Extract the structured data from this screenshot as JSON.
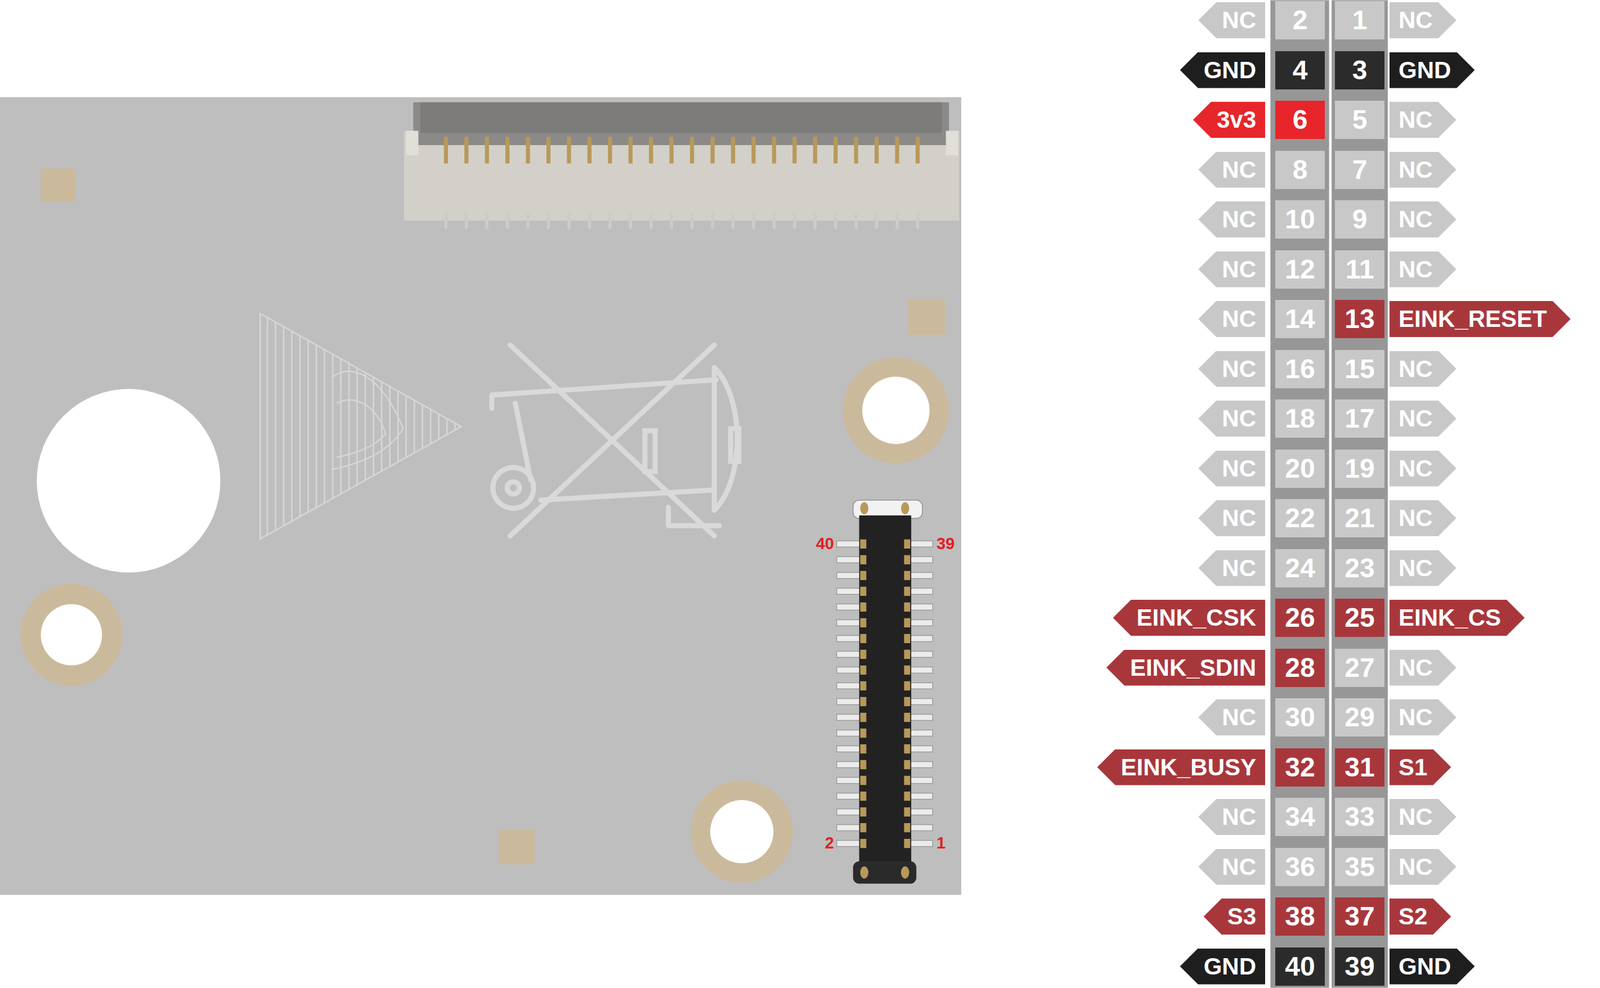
{
  "diagram": {
    "nodes": [
      {
        "text": [
          "NC"
        ]
      },
      {
        "text": [
          "2"
        ]
      },
      {
        "text": [
          "1"
        ]
      },
      {
        "text": [
          "NC"
        ]
      },
      {
        "text": [
          "GND"
        ]
      },
      {
        "text": [
          "4"
        ]
      },
      {
        "text": [
          "3"
        ]
      },
      {
        "text": [
          "GND"
        ]
      },
      {
        "text": [
          "3v3"
        ]
      },
      {
        "text": [
          "6"
        ]
      },
      {
        "text": [
          "5"
        ]
      },
      {
        "text": [
          "NC"
        ]
      },
      {
        "text": [
          "NC"
        ]
      },
      {
        "text": [
          "8"
        ]
      },
      {
        "text": [
          "7"
        ]
      },
      {
        "text": [
          "NC"
        ]
      },
      {
        "text": [
          "NC"
        ]
      },
      {
        "text": [
          "10"
        ]
      },
      {
        "text": [
          "9"
        ]
      },
      {
        "text": [
          "NC"
        ]
      },
      {
        "text": [
          "NC"
        ]
      },
      {
        "text": [
          "12"
        ]
      },
      {
        "text": [
          "11"
        ]
      },
      {
        "text": [
          "NC"
        ]
      },
      {
        "text": [
          "NC"
        ]
      },
      {
        "text": [
          "14"
        ]
      },
      {
        "text": [
          "13"
        ]
      },
      {
        "text": [
          "EINK_RESET"
        ]
      },
      {
        "text": [
          "NC"
        ]
      },
      {
        "text": [
          "16"
        ]
      },
      {
        "text": [
          "15"
        ]
      },
      {
        "text": [
          "NC"
        ]
      },
      {
        "text": [
          "NC"
        ]
      },
      {
        "text": [
          "18"
        ]
      },
      {
        "text": [
          "17"
        ]
      },
      {
        "text": [
          "NC"
        ]
      },
      {
        "text": [
          "NC"
        ]
      },
      {
        "text": [
          "20"
        ]
      },
      {
        "text": [
          "19"
        ]
      },
      {
        "text": [
          "NC"
        ]
      },
      {
        "text": [
          "NC"
        ]
      },
      {
        "text": [
          "22"
        ]
      },
      {
        "text": [
          "21"
        ]
      },
      {
        "text": [
          "NC"
        ]
      },
      {
        "text": [
          "NC"
        ]
      },
      {
        "text": [
          "24"
        ]
      },
      {
        "text": [
          "23"
        ]
      },
      {
        "text": [
          "NC"
        ]
      },
      {
        "text": [
          "EINK_CSK"
        ]
      },
      {
        "text": [
          "26"
        ]
      },
      {
        "text": [
          "25"
        ]
      },
      {
        "text": [
          "EINK_CS"
        ]
      },
      {
        "text": [
          "EINK_SDIN"
        ]
      },
      {
        "text": [
          "28"
        ]
      },
      {
        "text": [
          "27"
        ]
      },
      {
        "text": [
          "NC"
        ]
      },
      {
        "text": [
          "NC"
        ]
      },
      {
        "text": [
          "30"
        ]
      },
      {
        "text": [
          "29"
        ]
      },
      {
        "text": [
          "NC"
        ]
      },
      {
        "text": [
          "EINK_BUSY"
        ]
      },
      {
        "text": [
          "32"
        ]
      },
      {
        "text": [
          "31"
        ]
      },
      {
        "text": [
          "S1"
        ]
      },
      {
        "text": [
          "NC"
        ]
      },
      {
        "text": [
          "34"
        ]
      },
      {
        "text": [
          "33"
        ]
      },
      {
        "text": [
          "NC"
        ]
      },
      {
        "text": [
          "NC"
        ]
      },
      {
        "text": [
          "36"
        ]
      },
      {
        "text": [
          "35"
        ]
      },
      {
        "text": [
          "NC"
        ]
      },
      {
        "text": [
          "S3"
        ]
      },
      {
        "text": [
          "38"
        ]
      },
      {
        "text": [
          "37"
        ]
      },
      {
        "text": [
          "S2"
        ]
      },
      {
        "text": [
          "GND"
        ]
      },
      {
        "text": [
          "40"
        ]
      },
      {
        "text": [
          "39"
        ]
      },
      {
        "text": [
          "GND"
        ]
      }
    ],
    "labels": [
      "40",
      "39",
      "2",
      "1"
    ]
  }
}
